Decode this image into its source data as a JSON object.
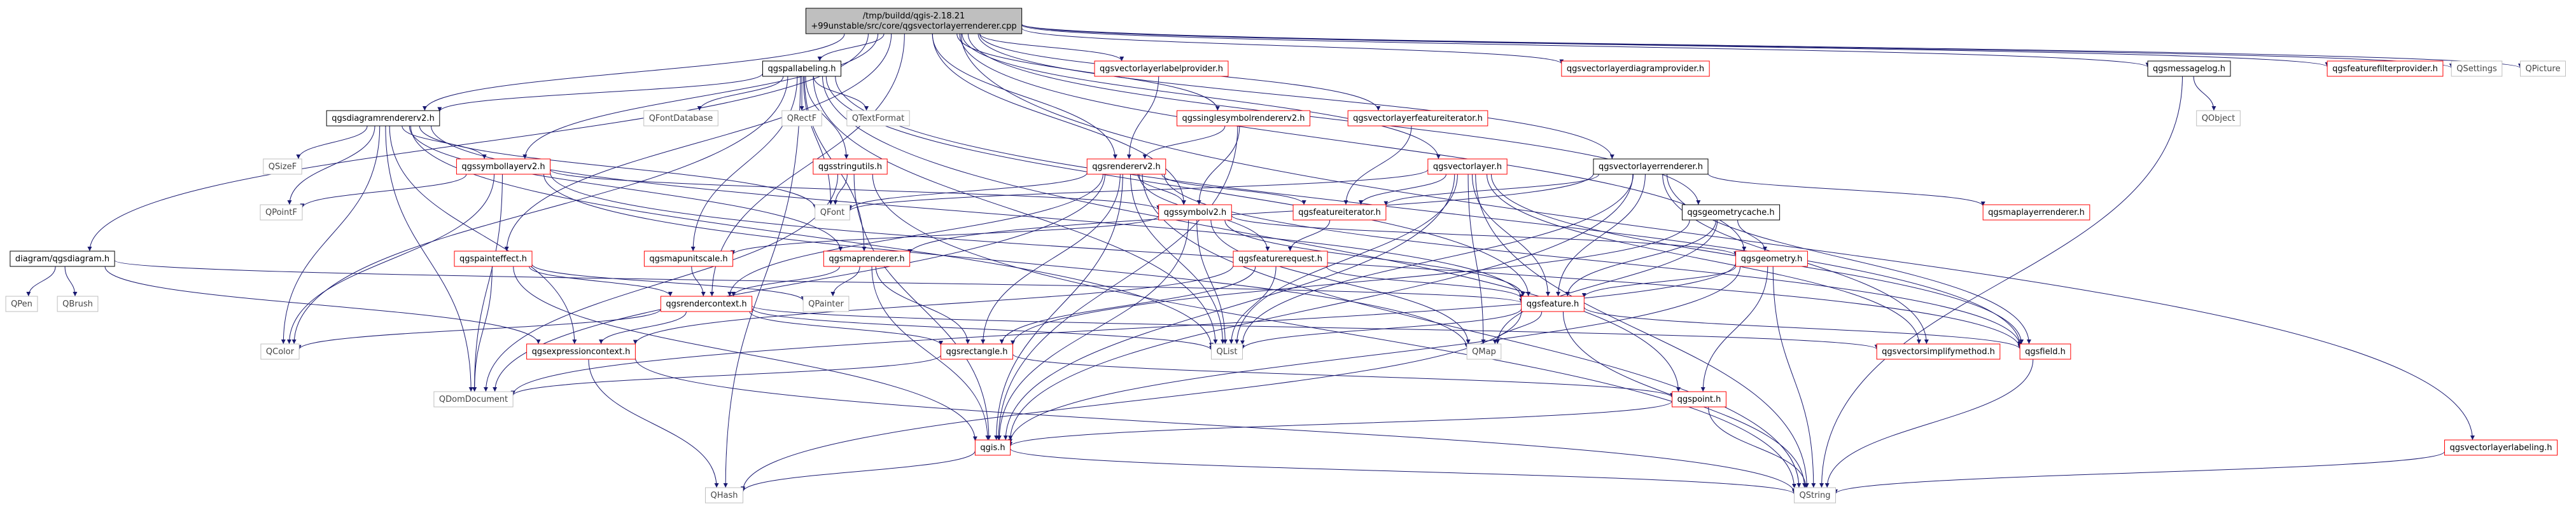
{
  "graph": {
    "colors": {
      "edge": "#191970",
      "border_default": "#bfbfbf",
      "border_linked": "#ff0000",
      "root_fill": "#bfbfbf",
      "text_default": "#000000",
      "text_muted": "#444444"
    },
    "nodes": [
      {
        "id": "root",
        "lines": [
          "/tmp/buildd/qgis-2.18.21",
          "+99unstable/src/core/qgsvectorlayerrenderer.cpp"
        ],
        "style": "root"
      },
      {
        "id": "qgspallabeling",
        "lines": [
          "qgspallabeling.h"
        ],
        "style": "black"
      },
      {
        "id": "qgsvectorlayerlabelprovider",
        "lines": [
          "qgsvectorlayerlabelprovider.h"
        ],
        "style": "red"
      },
      {
        "id": "qgssinglesymbolrenderer",
        "lines": [
          "qgssinglesymbolrendererv2.h"
        ],
        "style": "red"
      },
      {
        "id": "qgsvectorlayerfeatureiterator",
        "lines": [
          "qgsvectorlayerfeatureiterator.h"
        ],
        "style": "red"
      },
      {
        "id": "qgsvectorlayerdiagramprovider",
        "lines": [
          "qgsvectorlayerdiagramprovider.h"
        ],
        "style": "red"
      },
      {
        "id": "qgsmessagelog",
        "lines": [
          "qgsmessagelog.h"
        ],
        "style": "black"
      },
      {
        "id": "qgsfeaturefilterprovider",
        "lines": [
          "qgsfeaturefilterprovider.h"
        ],
        "style": "red"
      },
      {
        "id": "QSettings",
        "lines": [
          "QSettings"
        ],
        "style": "gray"
      },
      {
        "id": "QPicture",
        "lines": [
          "QPicture"
        ],
        "style": "gray"
      },
      {
        "id": "qgsdiagramrenderer",
        "lines": [
          "qgsdiagramrendererv2.h"
        ],
        "style": "black"
      },
      {
        "id": "QFontDatabase",
        "lines": [
          "QFontDatabase"
        ],
        "style": "gray"
      },
      {
        "id": "QRectF",
        "lines": [
          "QRectF"
        ],
        "style": "gray"
      },
      {
        "id": "QTextFormat",
        "lines": [
          "QTextFormat"
        ],
        "style": "gray"
      },
      {
        "id": "qgsrenderer",
        "lines": [
          "qgsrendererv2.h"
        ],
        "style": "red"
      },
      {
        "id": "qgsvectorlayer",
        "lines": [
          "qgsvectorlayer.h"
        ],
        "style": "red"
      },
      {
        "id": "qgsvectorlayerrenderer",
        "lines": [
          "qgsvectorlayerrenderer.h"
        ],
        "style": "black"
      },
      {
        "id": "QObject",
        "lines": [
          "QObject"
        ],
        "style": "gray"
      },
      {
        "id": "qgsvectorlayerlabeling",
        "lines": [
          "qgsvectorlayerlabeling.h"
        ],
        "style": "red"
      },
      {
        "id": "QSizeF",
        "lines": [
          "QSizeF"
        ],
        "style": "gray"
      },
      {
        "id": "qgssymbollayer",
        "lines": [
          "qgssymbollayerv2.h"
        ],
        "style": "red"
      },
      {
        "id": "qgsstringutils",
        "lines": [
          "qgsstringutils.h"
        ],
        "style": "red"
      },
      {
        "id": "QPointF",
        "lines": [
          "QPointF"
        ],
        "style": "gray"
      },
      {
        "id": "QFont",
        "lines": [
          "QFont"
        ],
        "style": "gray"
      },
      {
        "id": "qgssymbol",
        "lines": [
          "qgssymbolv2.h"
        ],
        "style": "red"
      },
      {
        "id": "qgsfeatureiterator",
        "lines": [
          "qgsfeatureiterator.h"
        ],
        "style": "red"
      },
      {
        "id": "qgsmaplayerrenderer",
        "lines": [
          "qgsmaplayerrenderer.h"
        ],
        "style": "red"
      },
      {
        "id": "qgsgeometrycache",
        "lines": [
          "qgsgeometrycache.h"
        ],
        "style": "black"
      },
      {
        "id": "qgsdiagram",
        "lines": [
          "diagram/qgsdiagram.h"
        ],
        "style": "black"
      },
      {
        "id": "qgspainteffect",
        "lines": [
          "qgspainteffect.h"
        ],
        "style": "red"
      },
      {
        "id": "qgsmapunitscale",
        "lines": [
          "qgsmapunitscale.h"
        ],
        "style": "red"
      },
      {
        "id": "qgsmaprenderer",
        "lines": [
          "qgsmaprenderer.h"
        ],
        "style": "red"
      },
      {
        "id": "qgsfeaturerequest",
        "lines": [
          "qgsfeaturerequest.h"
        ],
        "style": "red"
      },
      {
        "id": "qgsgeometry",
        "lines": [
          "qgsgeometry.h"
        ],
        "style": "red"
      },
      {
        "id": "QPen",
        "lines": [
          "QPen"
        ],
        "style": "gray"
      },
      {
        "id": "QBrush",
        "lines": [
          "QBrush"
        ],
        "style": "gray"
      },
      {
        "id": "qgsrendercontext",
        "lines": [
          "qgsrendercontext.h"
        ],
        "style": "red"
      },
      {
        "id": "QPainter",
        "lines": [
          "QPainter"
        ],
        "style": "gray"
      },
      {
        "id": "qgsfeature",
        "lines": [
          "qgsfeature.h"
        ],
        "style": "red"
      },
      {
        "id": "QColor",
        "lines": [
          "QColor"
        ],
        "style": "gray"
      },
      {
        "id": "qgsexpressioncontext",
        "lines": [
          "qgsexpressioncontext.h"
        ],
        "style": "red"
      },
      {
        "id": "qgsrectangle",
        "lines": [
          "qgsrectangle.h"
        ],
        "style": "red"
      },
      {
        "id": "QList",
        "lines": [
          "QList"
        ],
        "style": "gray"
      },
      {
        "id": "QMap",
        "lines": [
          "QMap"
        ],
        "style": "gray"
      },
      {
        "id": "qgsvectorsimplifymethod",
        "lines": [
          "qgsvectorsimplifymethod.h"
        ],
        "style": "red"
      },
      {
        "id": "qgsfield",
        "lines": [
          "qgsfield.h"
        ],
        "style": "red"
      },
      {
        "id": "QDomDocument",
        "lines": [
          "QDomDocument"
        ],
        "style": "gray"
      },
      {
        "id": "qgspoint",
        "lines": [
          "qgspoint.h"
        ],
        "style": "red"
      },
      {
        "id": "qgis",
        "lines": [
          "qgis.h"
        ],
        "style": "red"
      },
      {
        "id": "QHash",
        "lines": [
          "QHash"
        ],
        "style": "gray"
      },
      {
        "id": "QString",
        "lines": [
          "QString"
        ],
        "style": "gray"
      }
    ],
    "edges": [
      [
        "root",
        "qgspallabeling"
      ],
      [
        "root",
        "qgsvectorlayerlabelprovider"
      ],
      [
        "root",
        "qgssinglesymbolrenderer"
      ],
      [
        "root",
        "qgsvectorlayerfeatureiterator"
      ],
      [
        "root",
        "qgsvectorlayerdiagramprovider"
      ],
      [
        "root",
        "qgsmessagelog"
      ],
      [
        "root",
        "qgsfeaturefilterprovider"
      ],
      [
        "root",
        "QSettings"
      ],
      [
        "root",
        "QPicture"
      ],
      [
        "root",
        "qgsdiagramrenderer"
      ],
      [
        "root",
        "qgsrenderer"
      ],
      [
        "root",
        "qgsvectorlayer"
      ],
      [
        "root",
        "qgsvectorlayerrenderer"
      ],
      [
        "root",
        "qgsvectorlayerlabeling"
      ],
      [
        "root",
        "qgssymbollayer"
      ],
      [
        "root",
        "qgssymbol"
      ],
      [
        "root",
        "qgsdiagram"
      ],
      [
        "root",
        "qgspainteffect"
      ],
      [
        "root",
        "qgsrendercontext"
      ],
      [
        "root",
        "qgsgeometrycache"
      ],
      [
        "root",
        "qgsgeometry"
      ],
      [
        "qgspallabeling",
        "qgsdiagramrenderer"
      ],
      [
        "qgspallabeling",
        "QFontDatabase"
      ],
      [
        "qgspallabeling",
        "QRectF"
      ],
      [
        "qgspallabeling",
        "QTextFormat"
      ],
      [
        "qgspallabeling",
        "qgsstringutils"
      ],
      [
        "qgspallabeling",
        "QFont"
      ],
      [
        "qgspallabeling",
        "qgsmapunitscale"
      ],
      [
        "qgspallabeling",
        "qgsmaprenderer"
      ],
      [
        "qgspallabeling",
        "qgsfeature"
      ],
      [
        "qgspallabeling",
        "QColor"
      ],
      [
        "qgspallabeling",
        "QHash"
      ],
      [
        "qgspallabeling",
        "QList"
      ],
      [
        "qgspallabeling",
        "qgsfield"
      ],
      [
        "qgspallabeling",
        "qgspoint"
      ],
      [
        "qgsvectorlayerlabelprovider",
        "qgsrenderer"
      ],
      [
        "qgssinglesymbolrenderer",
        "qgsrenderer"
      ],
      [
        "qgssinglesymbolrenderer",
        "qgssymbol"
      ],
      [
        "qgssinglesymbolrenderer",
        "qgis"
      ],
      [
        "qgsvectorlayerfeatureiterator",
        "qgsfeatureiterator"
      ],
      [
        "qgsmessagelog",
        "QObject"
      ],
      [
        "qgsmessagelog",
        "QString"
      ],
      [
        "qgsvectorlayerlabeling",
        "QString"
      ],
      [
        "qgsdiagramrenderer",
        "QSizeF"
      ],
      [
        "qgsdiagramrenderer",
        "QPointF"
      ],
      [
        "qgsdiagramrenderer",
        "QColor"
      ],
      [
        "qgsdiagramrenderer",
        "QFont"
      ],
      [
        "qgsdiagramrenderer",
        "QDomDocument"
      ],
      [
        "qgsdiagramrenderer",
        "qgsexpressioncontext"
      ],
      [
        "qgsdiagramrenderer",
        "qgsfeature"
      ],
      [
        "qgsdiagramrenderer",
        "QList"
      ],
      [
        "qgsdiagramrenderer",
        "qgssymbollayer"
      ],
      [
        "qgsdiagramrenderer",
        "qgsmaprenderer"
      ],
      [
        "qgssymbollayer",
        "QPointF"
      ],
      [
        "qgssymbollayer",
        "QColor"
      ],
      [
        "qgssymbollayer",
        "QDomDocument"
      ],
      [
        "qgssymbollayer",
        "qgssymbol"
      ],
      [
        "qgssymbollayer",
        "qgsfield"
      ],
      [
        "qgssymbollayer",
        "QMap"
      ],
      [
        "qgsstringutils",
        "QFont"
      ],
      [
        "qgsstringutils",
        "QDomDocument"
      ],
      [
        "qgsstringutils",
        "qgis"
      ],
      [
        "qgsstringutils",
        "QString"
      ],
      [
        "qgsrenderer",
        "QFont"
      ],
      [
        "qgsrenderer",
        "qgssymbol"
      ],
      [
        "qgsrenderer",
        "qgsfeatureiterator"
      ],
      [
        "qgsrenderer",
        "qgsfeaturerequest"
      ],
      [
        "qgsrenderer",
        "qgsrendercontext"
      ],
      [
        "qgsrenderer",
        "qgsrectangle"
      ],
      [
        "qgsrenderer",
        "QList"
      ],
      [
        "qgsrenderer",
        "qgsfield"
      ],
      [
        "qgsrenderer",
        "QDomDocument"
      ],
      [
        "qgsrenderer",
        "qgis"
      ],
      [
        "qgsrenderer",
        "QString"
      ],
      [
        "qgsvectorlayer",
        "QFont"
      ],
      [
        "qgsvectorlayer",
        "qgsfeatureiterator"
      ],
      [
        "qgsvectorlayer",
        "qgsfeature"
      ],
      [
        "qgsvectorlayer",
        "QList"
      ],
      [
        "qgsvectorlayer",
        "QMap"
      ],
      [
        "qgsvectorlayer",
        "qgsvectorsimplifymethod"
      ],
      [
        "qgsvectorlayer",
        "qgsfield"
      ],
      [
        "qgsvectorlayer",
        "qgis"
      ],
      [
        "qgsvectorlayer",
        "QString"
      ],
      [
        "qgsvectorlayerrenderer",
        "qgsmaplayerrenderer"
      ],
      [
        "qgsvectorlayerrenderer",
        "qgsfeatureiterator"
      ],
      [
        "qgsvectorlayerrenderer",
        "qgsfeature"
      ],
      [
        "qgsvectorlayerrenderer",
        "QList"
      ],
      [
        "qgsvectorlayerrenderer",
        "qgsvectorsimplifymethod"
      ],
      [
        "qgsvectorlayerrenderer",
        "qgsfield"
      ],
      [
        "qgsvectorlayerrenderer",
        "qgis"
      ],
      [
        "qgsvectorlayerrenderer",
        "qgsmaprenderer"
      ],
      [
        "qgssymbol",
        "qgsmapunitscale"
      ],
      [
        "qgssymbol",
        "qgsfeature"
      ],
      [
        "qgssymbol",
        "QList"
      ],
      [
        "qgssymbol",
        "QMap"
      ],
      [
        "qgssymbol",
        "qgis"
      ],
      [
        "qgssymbol",
        "qgsgeometry"
      ],
      [
        "qgsfeatureiterator",
        "qgsfeaturerequest"
      ],
      [
        "qgsgeometrycache",
        "qgsfeature"
      ],
      [
        "qgsgeometrycache",
        "qgsrectangle"
      ],
      [
        "qgsgeometrycache",
        "QMap"
      ],
      [
        "qgsgeometrycache",
        "qgsgeometry"
      ],
      [
        "qgsdiagram",
        "QPen"
      ],
      [
        "qgsdiagram",
        "QBrush"
      ],
      [
        "qgsdiagram",
        "qgsfeature"
      ],
      [
        "qgsdiagram",
        "qgsexpressioncontext"
      ],
      [
        "qgspainteffect",
        "qgsrendercontext"
      ],
      [
        "qgspainteffect",
        "QPainter"
      ],
      [
        "qgspainteffect",
        "QDomDocument"
      ],
      [
        "qgspainteffect",
        "qgis"
      ],
      [
        "qgsmapunitscale",
        "qgsrendercontext"
      ],
      [
        "qgsmaprenderer",
        "qgsrendercontext"
      ],
      [
        "qgsmaprenderer",
        "QPainter"
      ],
      [
        "qgsmaprenderer",
        "qgsrectangle"
      ],
      [
        "qgsmaprenderer",
        "qgis"
      ],
      [
        "qgsfeaturerequest",
        "qgsfeature"
      ],
      [
        "qgsfeaturerequest",
        "qgsexpressioncontext"
      ],
      [
        "qgsfeaturerequest",
        "qgsrectangle"
      ],
      [
        "qgsfeaturerequest",
        "QList"
      ],
      [
        "qgsgeometry",
        "qgsfeature"
      ],
      [
        "qgsgeometry",
        "QDomDocument"
      ],
      [
        "qgsgeometry",
        "qgspoint"
      ],
      [
        "qgsgeometry",
        "qgis"
      ],
      [
        "qgsgeometry",
        "QString"
      ],
      [
        "qgsrendercontext",
        "QColor"
      ],
      [
        "qgsrendercontext",
        "qgsexpressioncontext"
      ],
      [
        "qgsrendercontext",
        "qgsrectangle"
      ],
      [
        "qgsrendercontext",
        "qgsvectorsimplifymethod"
      ],
      [
        "qgsrendercontext",
        "QList"
      ],
      [
        "qgsfeature",
        "QMap"
      ],
      [
        "qgsfeature",
        "QList"
      ],
      [
        "qgsfeature",
        "QHash"
      ],
      [
        "qgsfeature",
        "qgsfield"
      ],
      [
        "qgsfeature",
        "QString"
      ],
      [
        "qgsexpressioncontext",
        "QHash"
      ],
      [
        "qgsexpressioncontext",
        "QString"
      ],
      [
        "qgsrectangle",
        "QDomDocument"
      ],
      [
        "qgsrectangle",
        "qgspoint"
      ],
      [
        "qgsfield",
        "QString"
      ],
      [
        "qgspoint",
        "qgis"
      ],
      [
        "qgspoint",
        "QString"
      ],
      [
        "qgis",
        "QHash"
      ],
      [
        "qgis",
        "QString"
      ]
    ]
  }
}
